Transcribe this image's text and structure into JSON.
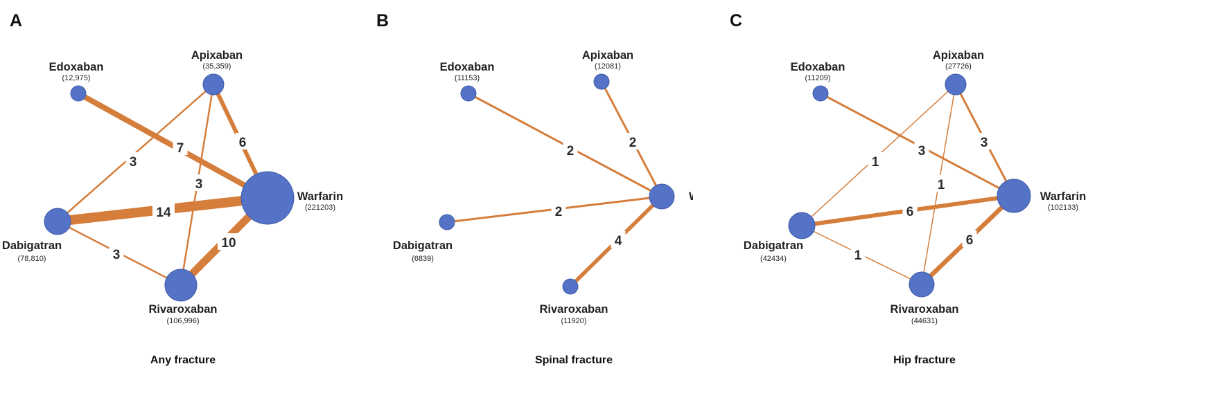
{
  "colors": {
    "edge": "#d57d3b",
    "node": "#5473c6",
    "label_bg": "#ffffff"
  },
  "panels": [
    {
      "letter": "A",
      "caption": "Any fracture",
      "nodes": [
        {
          "name": "Edoxaban",
          "n": "(12,975)"
        },
        {
          "name": "Apixaban",
          "n": "(35,359)"
        },
        {
          "name": "Warfarin",
          "n": "(221203)"
        },
        {
          "name": "Dabigatran",
          "n": "(78,810)"
        },
        {
          "name": "Rivaroxaban",
          "n": "(106,996)"
        }
      ],
      "edges": [
        {
          "from": "Edoxaban",
          "to": "Warfarin",
          "label": "7"
        },
        {
          "from": "Apixaban",
          "to": "Warfarin",
          "label": "6"
        },
        {
          "from": "Apixaban",
          "to": "Dabigatran",
          "label": "3"
        },
        {
          "from": "Apixaban",
          "to": "Rivaroxaban",
          "label": "3"
        },
        {
          "from": "Dabigatran",
          "to": "Warfarin",
          "label": "14"
        },
        {
          "from": "Rivaroxaban",
          "to": "Warfarin",
          "label": "10"
        },
        {
          "from": "Dabigatran",
          "to": "Rivaroxaban",
          "label": "3"
        }
      ]
    },
    {
      "letter": "B",
      "caption": "Spinal fracture",
      "nodes": [
        {
          "name": "Edoxaban",
          "n": "(11153)"
        },
        {
          "name": "Apixaban",
          "n": "(12081)"
        },
        {
          "name": "W",
          "n": ""
        },
        {
          "name": "Dabigatran",
          "n": "(6839)"
        },
        {
          "name": "Rivaroxaban",
          "n": "(11920)"
        }
      ],
      "edges": [
        {
          "from": "Edoxaban",
          "to": "W",
          "label": "2"
        },
        {
          "from": "Apixaban",
          "to": "W",
          "label": "2"
        },
        {
          "from": "Dabigatran",
          "to": "W",
          "label": "2"
        },
        {
          "from": "Rivaroxaban",
          "to": "W",
          "label": "4"
        }
      ]
    },
    {
      "letter": "C",
      "caption": "Hip fracture",
      "nodes": [
        {
          "name": "Edoxaban",
          "n": "(11209)"
        },
        {
          "name": "Apixaban",
          "n": "(27726)"
        },
        {
          "name": "Warfarin",
          "n": "(102133)"
        },
        {
          "name": "Dabigatran",
          "n": "(42434)"
        },
        {
          "name": "Rivaroxaban",
          "n": "(44631)"
        }
      ],
      "edges": [
        {
          "from": "Edoxaban",
          "to": "Warfarin",
          "label": "3"
        },
        {
          "from": "Apixaban",
          "to": "Warfarin",
          "label": "3"
        },
        {
          "from": "Apixaban",
          "to": "Dabigatran",
          "label": "1"
        },
        {
          "from": "Apixaban",
          "to": "Rivaroxaban",
          "label": "1"
        },
        {
          "from": "Dabigatran",
          "to": "Warfarin",
          "label": "6"
        },
        {
          "from": "Rivaroxaban",
          "to": "Warfarin",
          "label": "6"
        },
        {
          "from": "Dabigatran",
          "to": "Rivaroxaban",
          "label": "1"
        }
      ]
    }
  ]
}
